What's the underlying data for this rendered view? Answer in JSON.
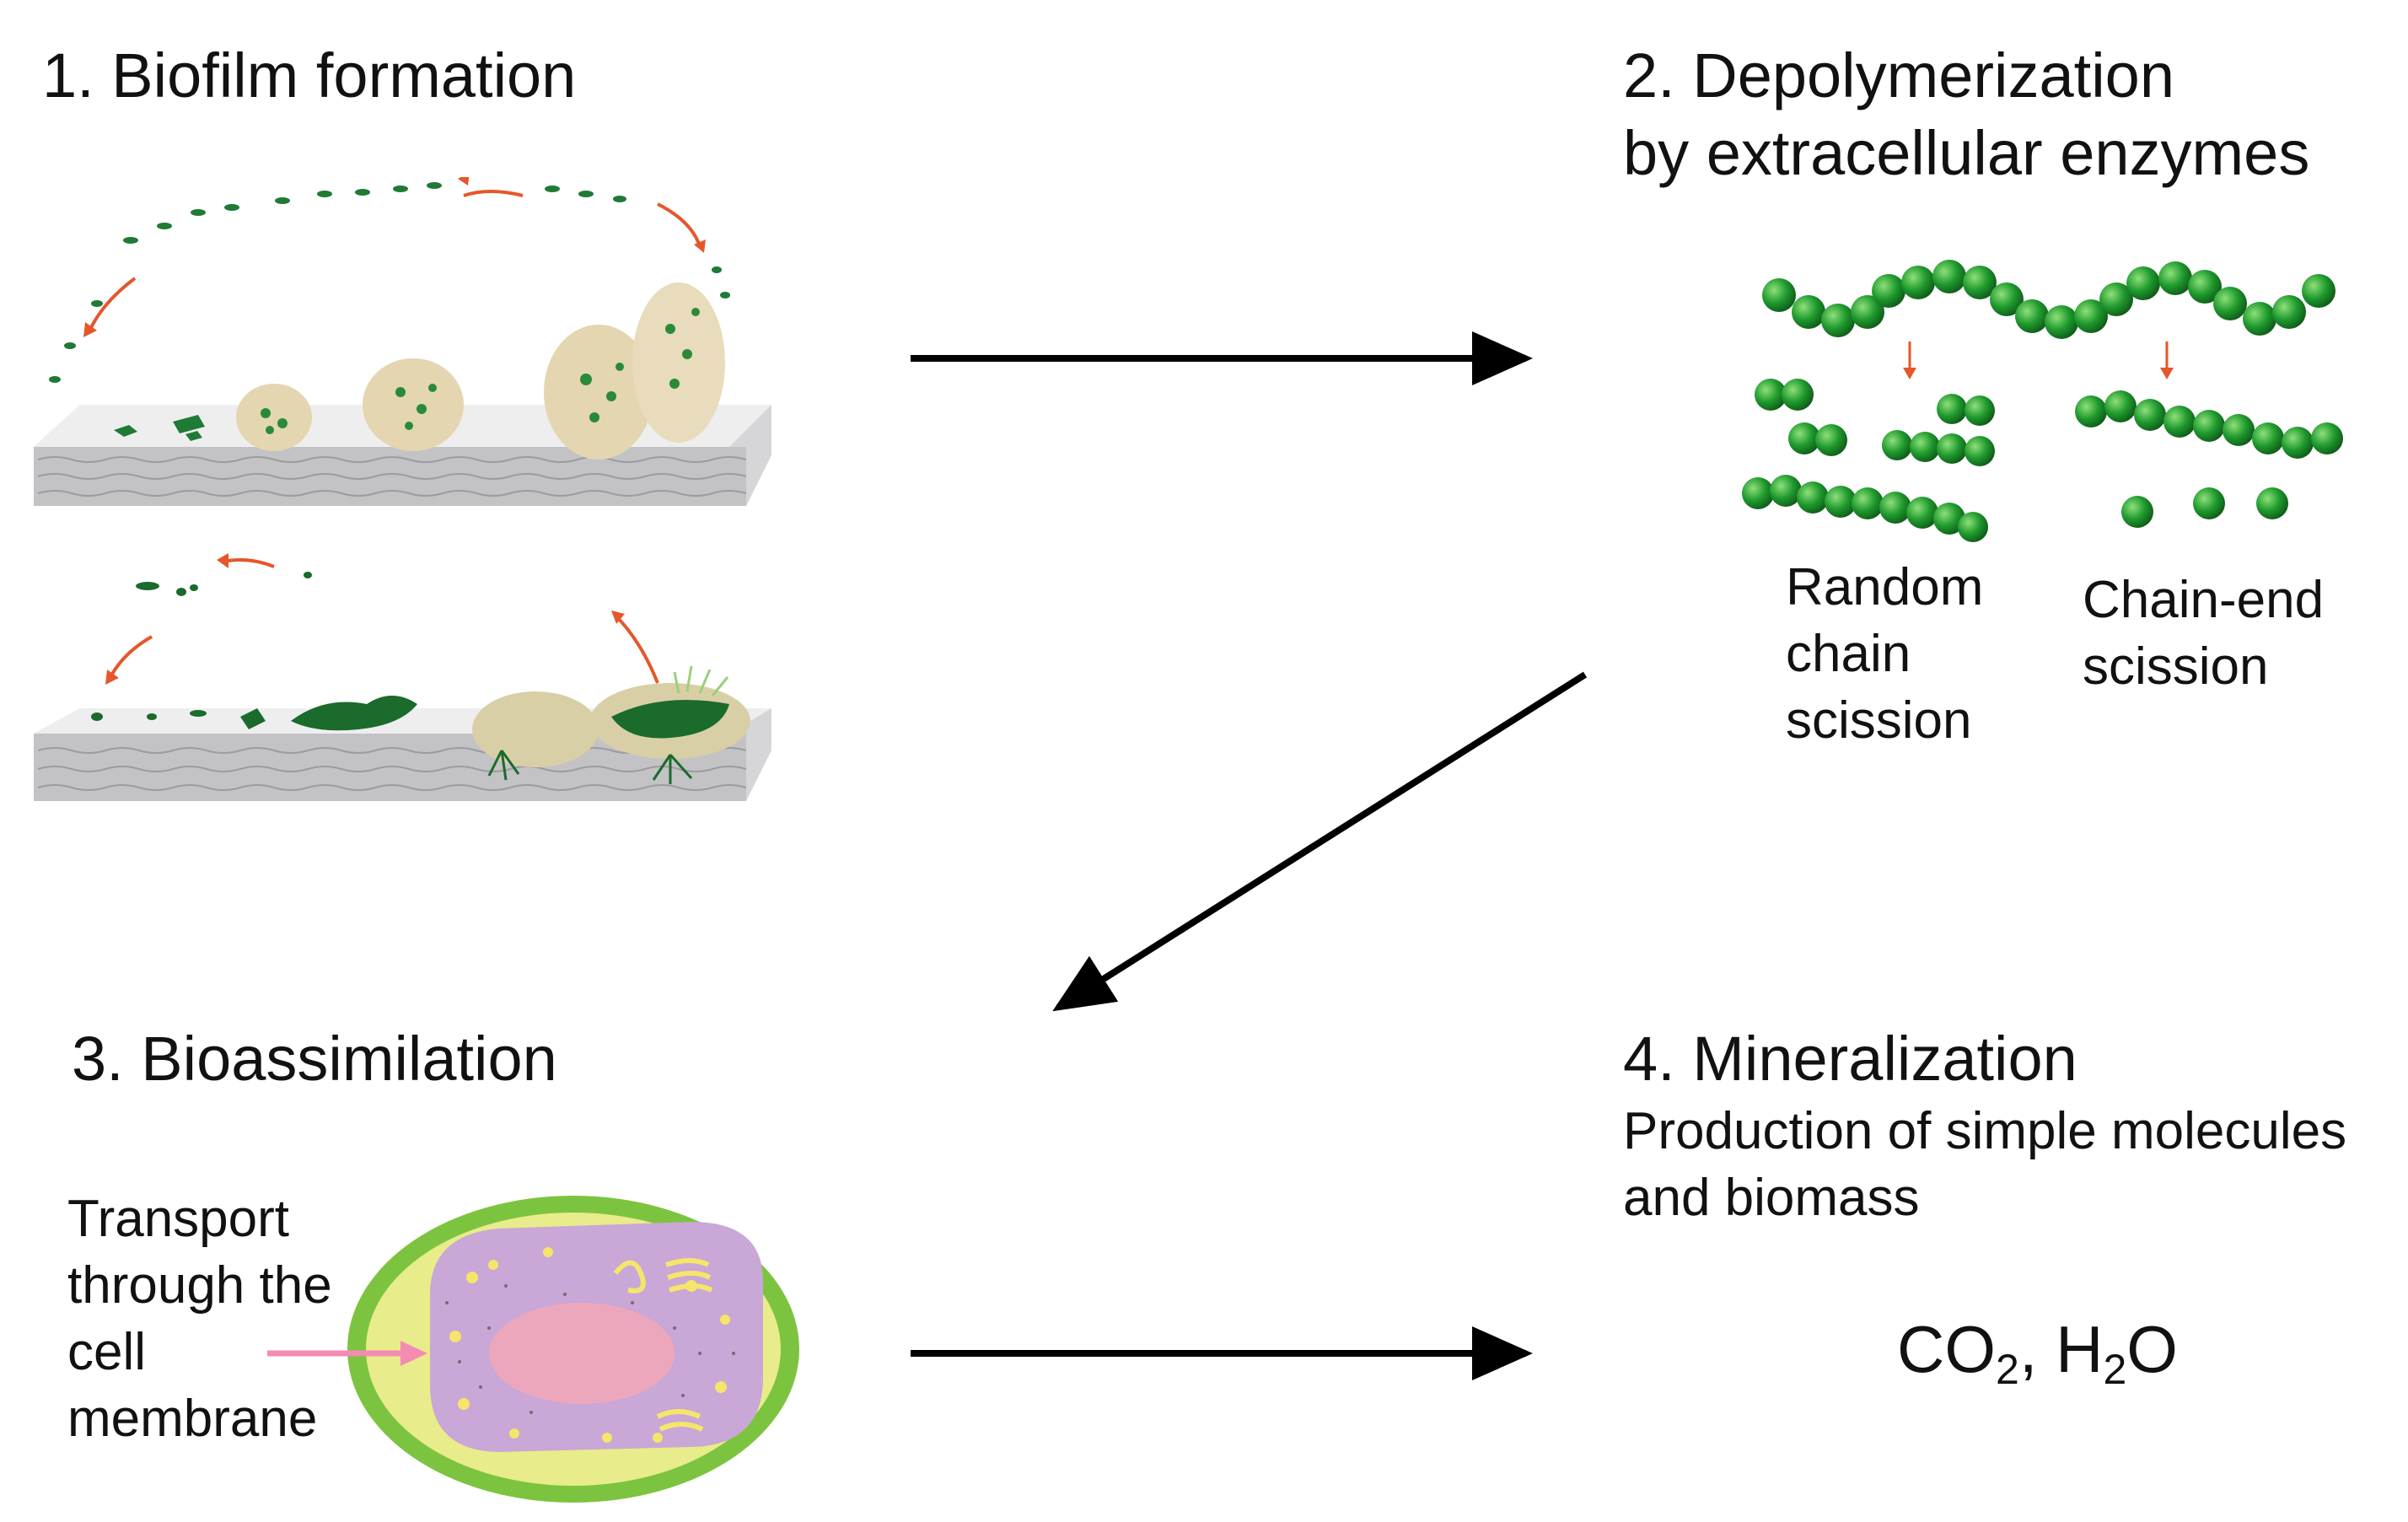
{
  "steps": {
    "biofilm": {
      "title": "1. Biofilm formation"
    },
    "depoly": {
      "title_line1": "2. Depolymerization",
      "title_line2": "by extracellular enzymes",
      "random_label": [
        "Random",
        "chain",
        "scission"
      ],
      "chainend_label": [
        "Chain-end",
        "scission"
      ]
    },
    "bioassim": {
      "title": "3. Bioassimilation",
      "transport_label": [
        "Transport",
        "through the",
        "cell",
        "membrane"
      ]
    },
    "mineral": {
      "title": "4. Mineralization",
      "subtitle_line1": "Production of simple molecules",
      "subtitle_line2": "and biomass",
      "products": {
        "co": "CO",
        "sub1": "2",
        "sep": ", H",
        "sub2": "2",
        "o": "O"
      }
    }
  },
  "colors": {
    "bead_green": "#1f9a2e",
    "cell_wall": "#7cc43f",
    "cytoplasm": "#e8ec8a",
    "nucleus_zone": "#c9a7d6",
    "transport_arrow": "#f48bb3",
    "small_arrow": "#e5572b"
  }
}
